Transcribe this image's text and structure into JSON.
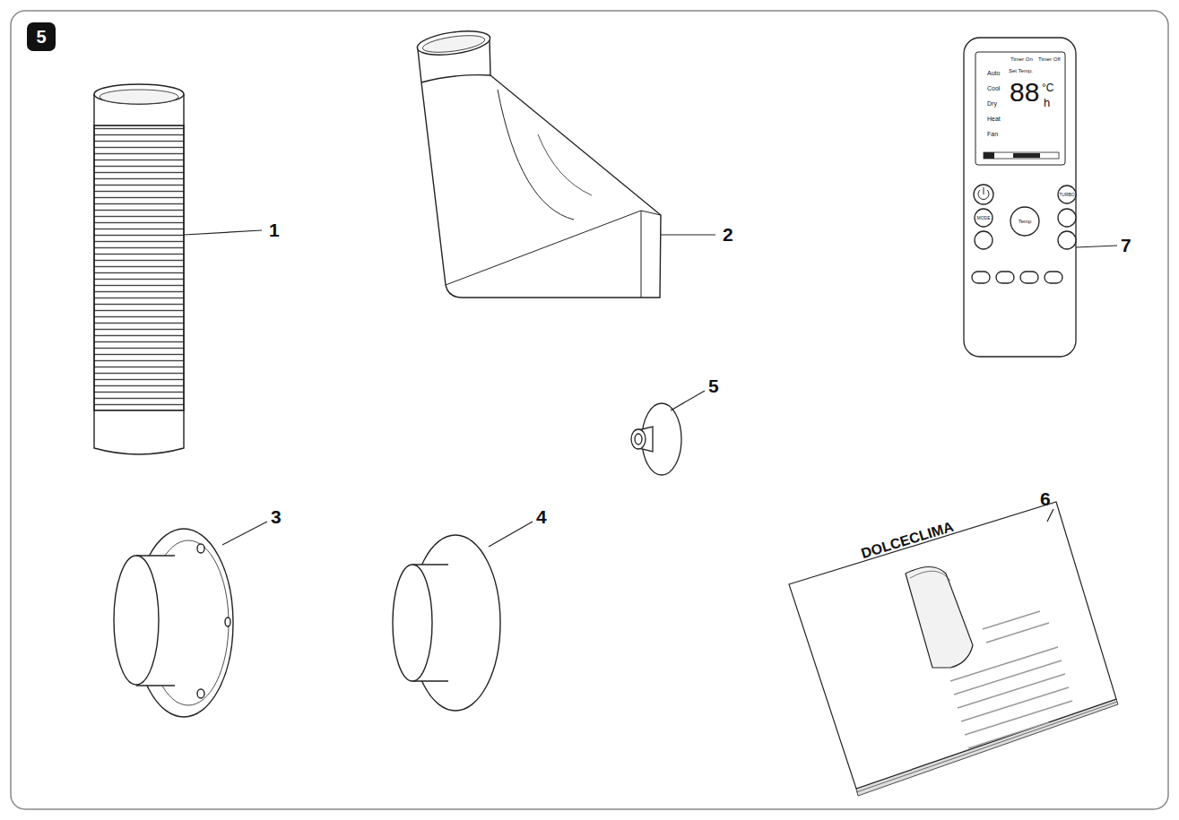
{
  "diagram": {
    "nodes": [
      {
        "text": [
          "5"
        ]
      }
    ],
    "labels": [
      "1",
      "2",
      "3",
      "4",
      "5",
      "6",
      "7",
      "DOLCECLIMA",
      "Timer On",
      "Timer Off",
      "Set Temp.",
      "Auto",
      "Cool",
      "Dry",
      "Heat",
      "Fan",
      "88",
      "°C",
      "h",
      "TURBO",
      "MODE",
      "Temp"
    ]
  }
}
